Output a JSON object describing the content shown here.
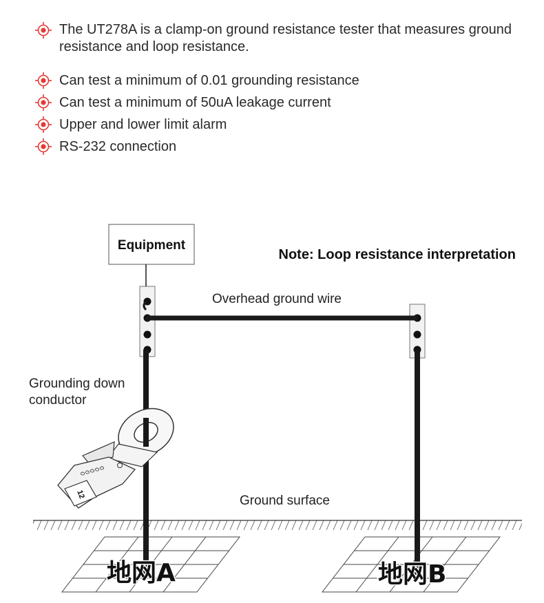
{
  "bullets": [
    {
      "text": "The UT278A is a clamp-on ground resistance tester that measures ground resistance and loop resistance."
    },
    {
      "text": "Can test a minimum of 0.01 grounding resistance"
    },
    {
      "text": "Can test a minimum of 50uA leakage current"
    },
    {
      "text": "Upper and lower limit alarm"
    },
    {
      "text": "RS-232 connection"
    }
  ],
  "diagram": {
    "equipment_label": "Equipment",
    "note": "Note: Loop resistance interpretation",
    "overhead_wire_label": "Overhead ground wire",
    "down_conductor_label": [
      "Grounding down",
      "conductor"
    ],
    "ground_surface_label": "Ground surface",
    "grid_a_label": "地网A",
    "grid_b_label": "地网B",
    "meter_display": "12"
  },
  "colors": {
    "bullet_icon": "#e53935",
    "wire": "#1a1a1a",
    "text": "#222222"
  }
}
